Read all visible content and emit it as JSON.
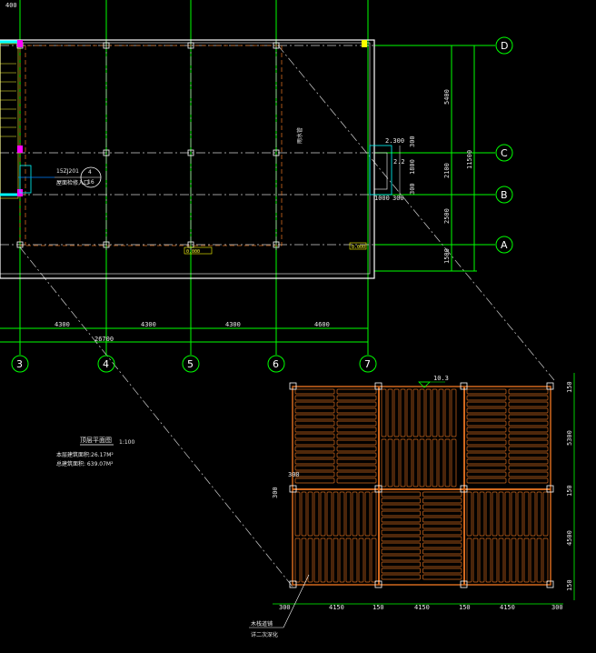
{
  "drawing": {
    "title": "顶层平面图",
    "scale": "1:100",
    "area_line1": "本层建筑面积:26.17M²",
    "area_line2": "总建筑面积: 639.07M²",
    "top_edge_dim": "400"
  },
  "axes_horizontal": [
    {
      "label": "D"
    },
    {
      "label": "C"
    },
    {
      "label": "B"
    },
    {
      "label": "A"
    }
  ],
  "axes_vertical": [
    {
      "label": "3"
    },
    {
      "label": "4"
    },
    {
      "label": "5"
    },
    {
      "label": "6"
    },
    {
      "label": "7"
    }
  ],
  "dims_bottom": [
    "4300",
    "4300",
    "4300",
    "4600"
  ],
  "dim_total": "26700",
  "dims_right_inner": [
    "5400",
    "2100",
    "2500",
    "1500"
  ],
  "dim_right_outer": "11500",
  "window_dims": {
    "top": "2.300",
    "mid": "2.2",
    "side_a": "300",
    "side_b": "1800",
    "side_c": "300",
    "bottom_a": "1000",
    "bottom_b": "300"
  },
  "callouts": {
    "ref_code": "15ZJ201",
    "ref_num": "4",
    "ref_den": "16",
    "ref_note": "屋面检修入口",
    "vertical_note": "雨水管",
    "yellow_1": "0.000",
    "yellow_2": "0.000"
  },
  "detail": {
    "top_mark": "10.3",
    "left_dim_a": "300",
    "left_dim_b": "300",
    "right_dims": [
      "150",
      "5300",
      "150",
      "4500",
      "150"
    ],
    "bottom_dims": [
      "300",
      "4150",
      "150",
      "4150",
      "150",
      "4150",
      "300"
    ],
    "note_line1": "木栈道铺",
    "note_line2": "详二次深化"
  },
  "colors": {
    "grid_green": "#00ff00",
    "wall_white": "#ffffff",
    "wood_orange": "#d2691e",
    "axis_dash": "#cfcfcf",
    "magenta": "#ff00ff",
    "cyan": "#00ffff",
    "yellow": "#ffff00"
  }
}
